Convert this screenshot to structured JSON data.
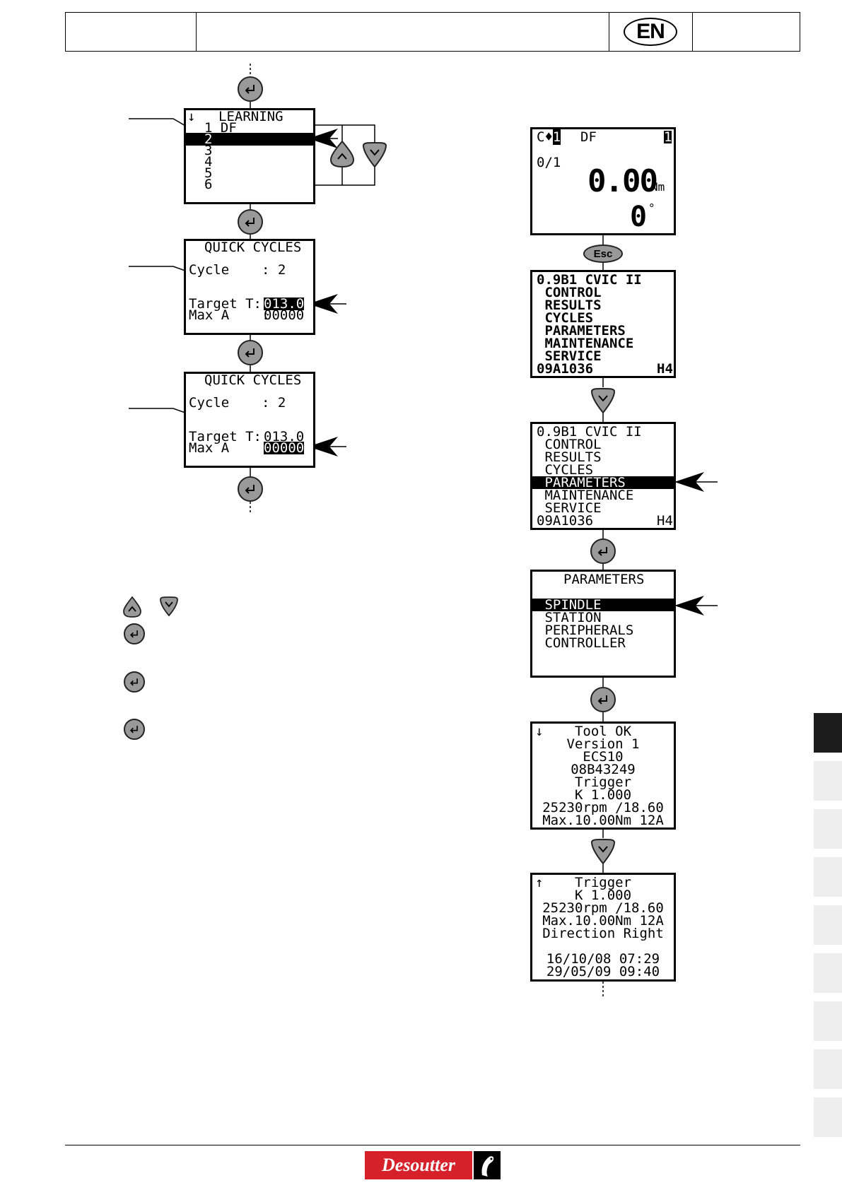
{
  "header": {
    "language_badge": "EN"
  },
  "left_flow": {
    "learning_screen": {
      "title": "LEARNING",
      "arrow_glyph": "↓",
      "items": [
        "1 DF",
        "2",
        "3",
        "4",
        "5",
        "6"
      ],
      "selected_index": 1
    },
    "quick_cycles_1": {
      "title": "QUICK CYCLES",
      "cycle_label": "Cycle    : 2",
      "target_label": "Target T:",
      "target_value": "013.0",
      "max_label": "Max A    :",
      "max_value": "00000",
      "editing_field": "target"
    },
    "quick_cycles_2": {
      "title": "QUICK CYCLES",
      "cycle_label": "Cycle    : 2",
      "target_label": "Target T:",
      "target_value": "013.0",
      "max_label": "Max A    :",
      "max_value": "00000",
      "editing_field": "max"
    }
  },
  "right_flow": {
    "run_screen": {
      "top_left": "C",
      "top_left_marker": "1",
      "program": "DF",
      "top_right_marker": "1",
      "count": "0/1",
      "torque": "0.00",
      "torque_unit": "Nm",
      "angle": "0",
      "angle_unit": "°"
    },
    "esc_label": "Esc",
    "main_menu_1": {
      "lines": [
        "0.9B1 CVIC II",
        " CONTROL",
        " RESULTS",
        " CYCLES",
        " PARAMETERS",
        " MAINTENANCE",
        " SERVICE"
      ],
      "footer_left": "09A1036",
      "footer_right": "H4"
    },
    "main_menu_2": {
      "lines": [
        "0.9B1 CVIC II",
        " CONTROL",
        " RESULTS",
        " CYCLES",
        " PARAMETERS",
        " MAINTENANCE",
        " SERVICE"
      ],
      "footer_left": "09A1036",
      "footer_right": "H4",
      "selected_index": 4
    },
    "parameters_menu": {
      "title": "PARAMETERS",
      "items": [
        " SPINDLE",
        " STATION",
        " PERIPHERALS",
        " CONTROLLER"
      ],
      "selected_index": 0
    },
    "tool_info_1": {
      "arrow_glyph": "↓",
      "lines": [
        "Tool OK",
        "Version 1",
        "ECS10",
        "08B43249",
        "Trigger",
        "K 1.000",
        "25230rpm /18.60",
        "Max.10.00Nm 12A"
      ]
    },
    "tool_info_2": {
      "arrow_glyph": "↑",
      "lines": [
        "Trigger",
        "K 1.000",
        "25230rpm /18.60",
        "Max.10.00Nm 12A",
        "Direction Right",
        "",
        "16/10/08 07:29",
        "29/05/09 09:40"
      ]
    }
  },
  "brand": {
    "logo_text": "Desoutter"
  }
}
